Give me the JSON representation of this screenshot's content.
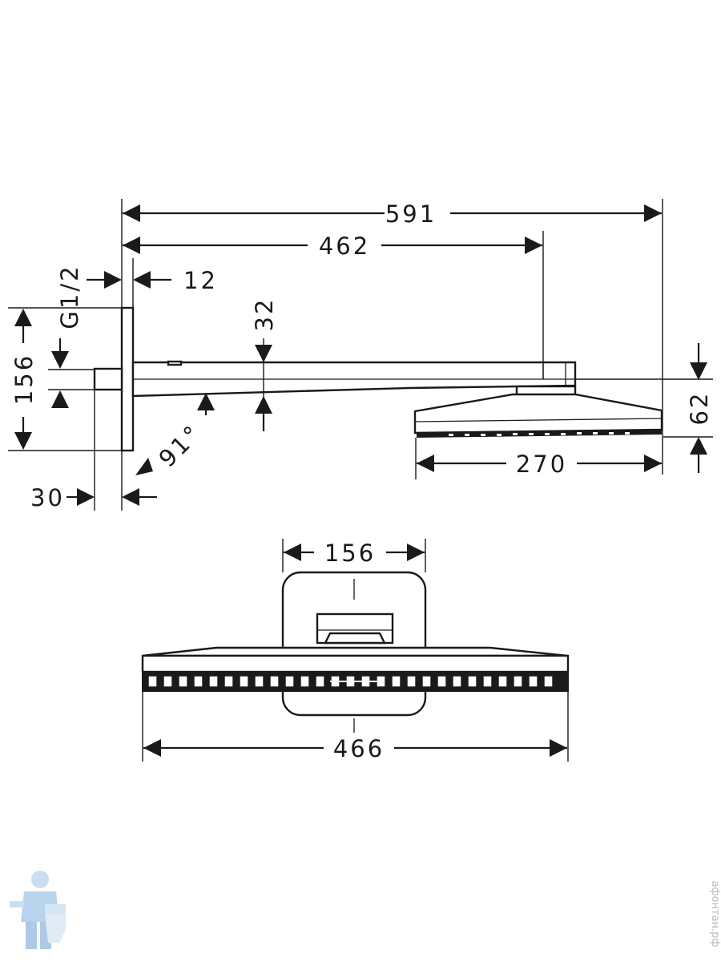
{
  "side_view": {
    "dim_overall_length": "591",
    "dim_arm_length": "462",
    "dim_flange_thickness": "12",
    "dim_thread": "G1/2",
    "dim_flange_height": "156",
    "dim_arm_height": "32",
    "dim_head_height": "62",
    "dim_head_depth": "270",
    "dim_angle": "91°",
    "dim_pipe_length": "30"
  },
  "front_view": {
    "dim_wall_plate_width": "156",
    "dim_head_width": "466"
  },
  "watermark": {
    "text": "афонтан.рф",
    "icon": "plumber-mascot-icon"
  }
}
